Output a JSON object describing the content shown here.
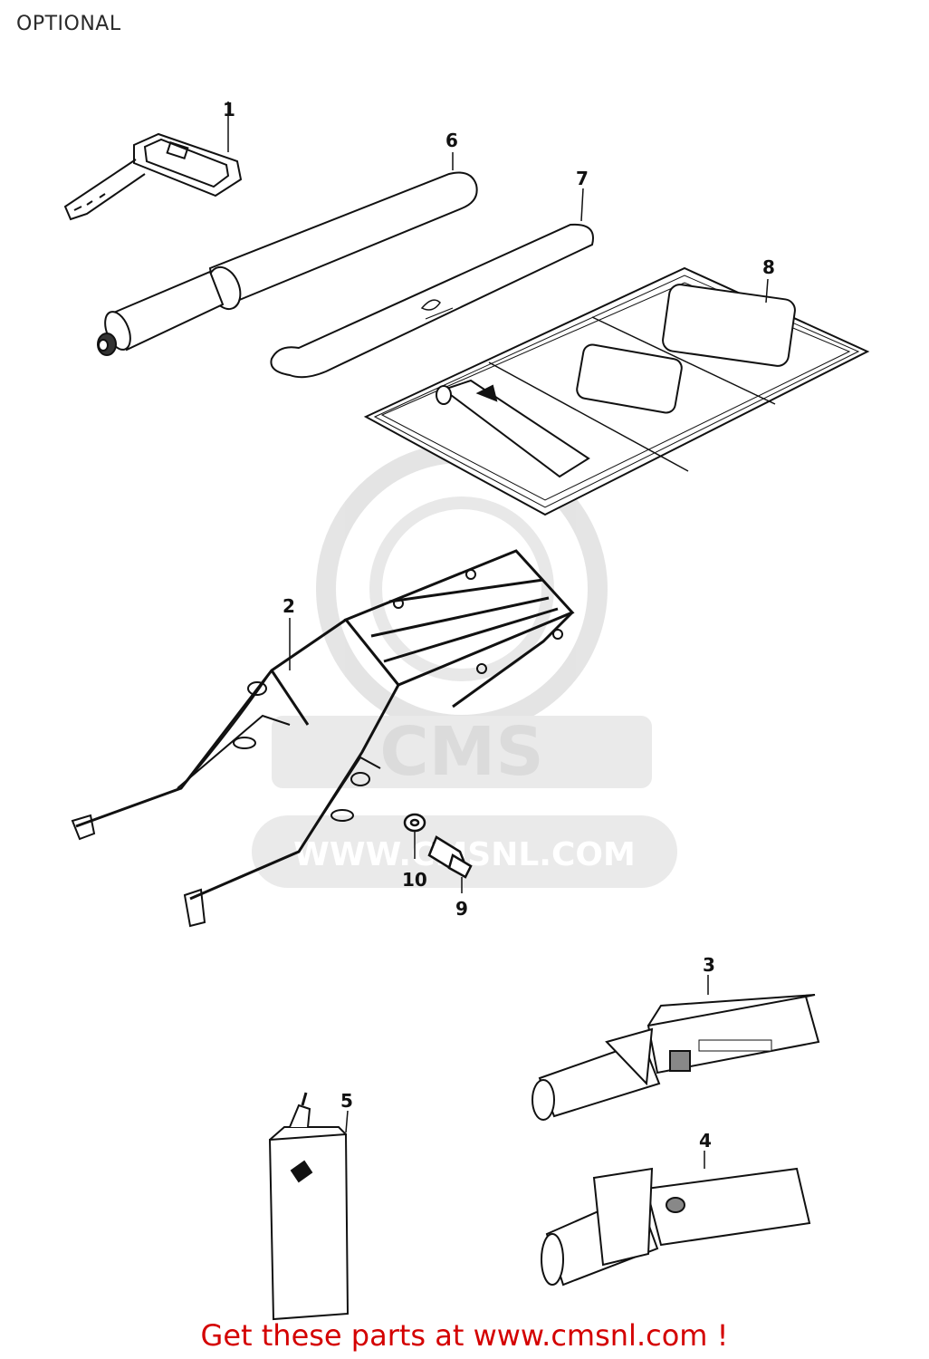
{
  "page": {
    "title": "OPTIONAL"
  },
  "callouts": {
    "p1": "1",
    "p2": "2",
    "p3": "3",
    "p4": "4",
    "p5": "5",
    "p6": "6",
    "p7": "7",
    "p8": "8",
    "p9": "9",
    "p10": "10"
  },
  "watermark": {
    "brand": "CMS",
    "url": "WWW.CMSNL.COM"
  },
  "footer": {
    "text": "Get these parts at www.cmsnl.com !"
  },
  "colors": {
    "footer_red": "#d40000",
    "watermark_gray": "#d8d8d8",
    "line": "#111111"
  }
}
